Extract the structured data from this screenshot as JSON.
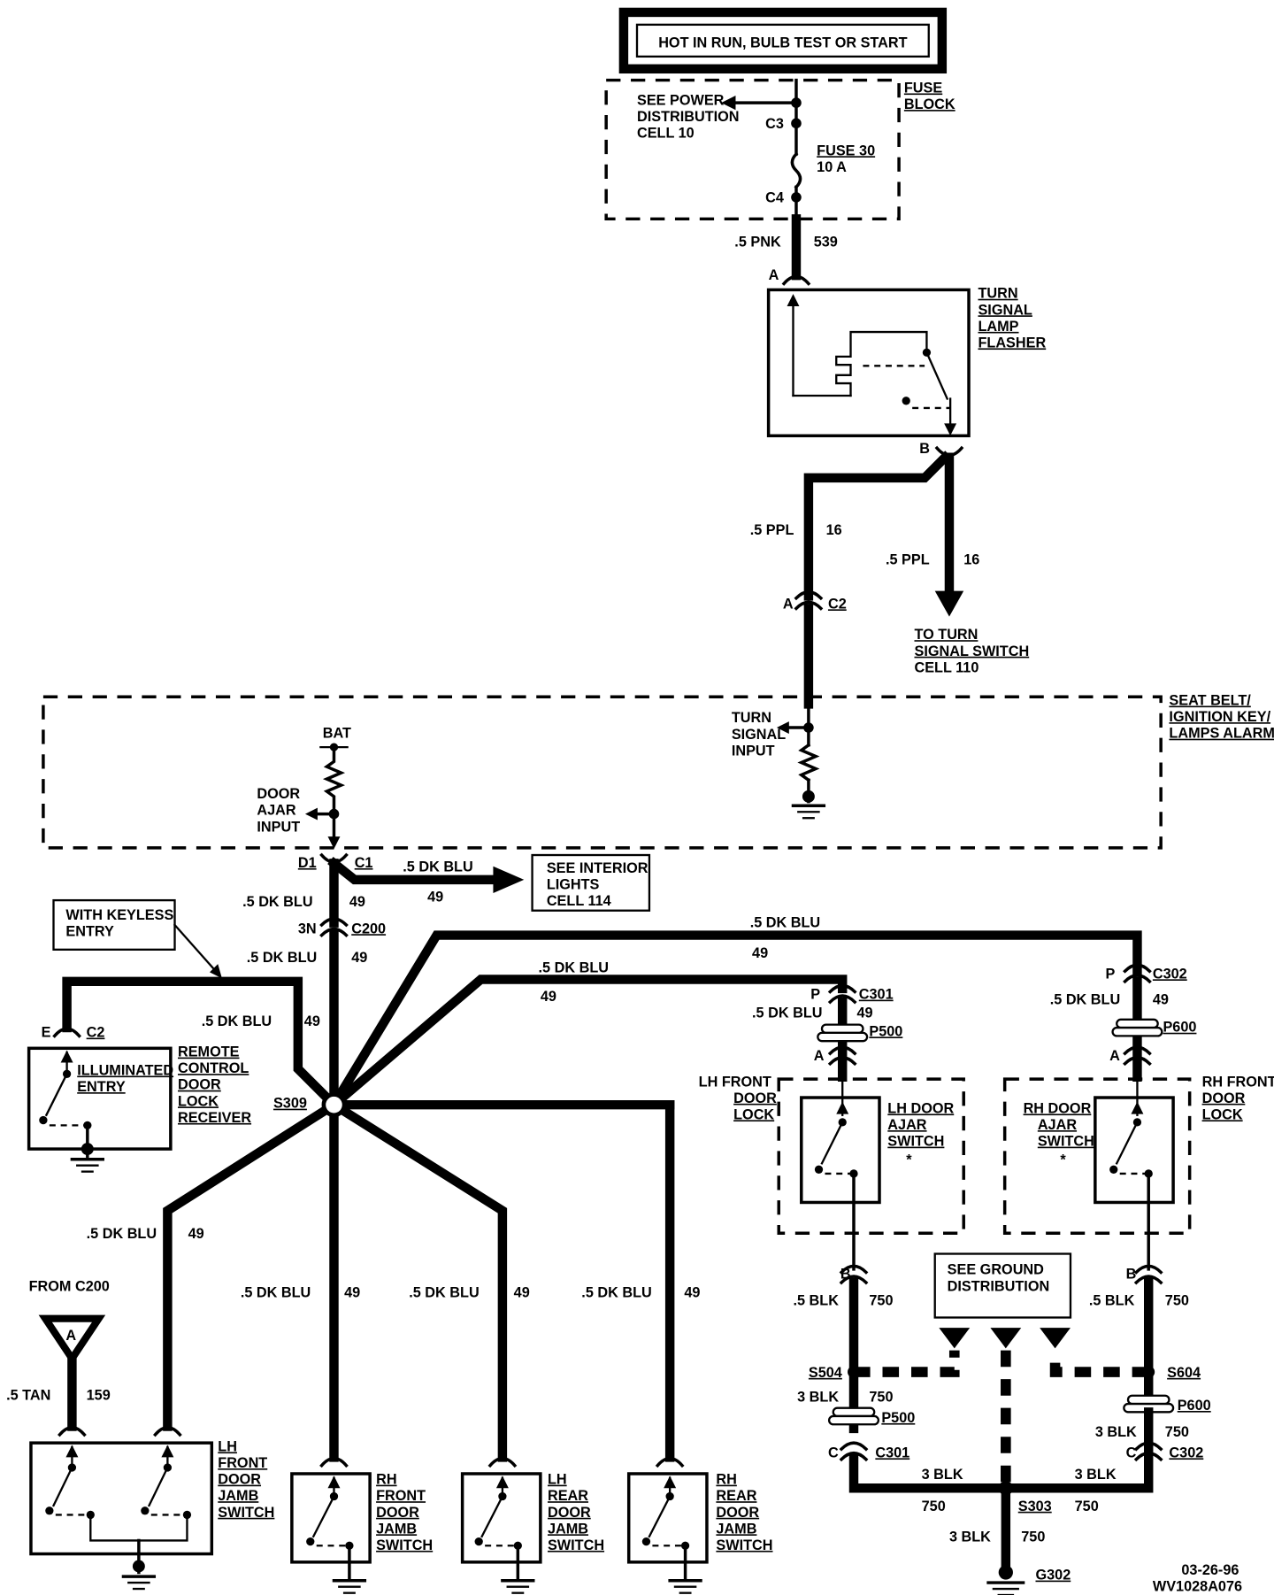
{
  "top_box": "HOT IN RUN, BULB TEST OR START",
  "fuse_block": {
    "title_1": "FUSE",
    "title_2": "BLOCK",
    "see_1": "SEE POWER",
    "see_2": "DISTRIBUTION",
    "see_3": "CELL 10",
    "c3": "C3",
    "c4": "C4",
    "fuse_name": "FUSE 30",
    "fuse_rating": "10 A"
  },
  "wire_pnk": {
    "gauge": ".5 PNK",
    "circuit": "539",
    "pin": "A"
  },
  "flasher": {
    "l1": "TURN",
    "l2": "SIGNAL",
    "l3": "LAMP",
    "l4": "FLASHER",
    "pin_b": "B"
  },
  "ppl_left": {
    "gauge": ".5 PPL",
    "circuit": "16"
  },
  "ppl_right": {
    "gauge": ".5 PPL",
    "circuit": "16"
  },
  "c2_top": {
    "pin": "A",
    "name": "C2"
  },
  "to_turn": {
    "l1": "TO TURN",
    "l2": "SIGNAL SWITCH",
    "l3": "CELL 110"
  },
  "alarm_module": {
    "l1": "SEAT BELT/",
    "l2": "IGNITION KEY/",
    "l3": "LAMPS ALARM",
    "bat": "BAT",
    "door_1": "DOOR",
    "door_2": "AJAR",
    "door_3": "INPUT",
    "turn_1": "TURN",
    "turn_2": "SIGNAL",
    "turn_3": "INPUT",
    "d1": "D1",
    "c1": "C1"
  },
  "interior": {
    "gauge": ".5 DK BLU",
    "circuit": "49",
    "l1": "SEE INTERIOR",
    "l2": "LIGHTS",
    "l3": "CELL 114"
  },
  "main_wire": {
    "gauge1": ".5 DK BLU",
    "circuit1": "49",
    "pin_3n": "3N",
    "c200": "C200",
    "gauge2": ".5 DK BLU",
    "circuit2": "49"
  },
  "keyless": {
    "l1": "WITH KEYLESS",
    "l2": "ENTRY"
  },
  "receiver": {
    "pin_e": "E",
    "conn": "C2",
    "gauge": ".5 DK BLU",
    "circuit": "49",
    "illum_1": "ILLUMINATED",
    "illum_2": "ENTRY",
    "r1": "REMOTE",
    "r2": "CONTROL",
    "r3": "DOOR",
    "r4": "LOCK",
    "r5": "RECEIVER"
  },
  "splice_s309": "S309",
  "lh_front_wire": {
    "top_gauge": ".5 DK BLU",
    "top_circuit": "49",
    "pin_p": "P",
    "conn": "C301",
    "gauge": ".5 DK BLU",
    "circuit": "49",
    "p500": "P500",
    "pin_a": "A"
  },
  "rh_front_wire": {
    "top_gauge": ".5 DK BLU",
    "top_circuit": "49",
    "pin_p": "P",
    "conn": "C302",
    "gauge": ".5 DK BLU",
    "circuit": "49",
    "p600": "P600",
    "pin_a": "A"
  },
  "lh_lock": {
    "l1": "LH FRONT",
    "l2": "DOOR",
    "l3": "LOCK",
    "s1": "LH DOOR",
    "s2": "AJAR",
    "s3": "SWITCH",
    "star": "*"
  },
  "rh_lock": {
    "l1": "RH FRONT",
    "l2": "DOOR",
    "l3": "LOCK",
    "s1": "RH DOOR",
    "s2": "AJAR",
    "s3": "SWITCH",
    "star": "*"
  },
  "ground_left": {
    "pin_b": "B",
    "gauge": ".5 BLK",
    "circuit": "750",
    "s504": "S504",
    "g2": "3 BLK",
    "c2": "750",
    "p500": "P500",
    "pin_c": "C",
    "c301": "C301"
  },
  "ground_right": {
    "pin_b": "B",
    "gauge": ".5 BLK",
    "circuit": "750",
    "s604": "S604",
    "p600": "P600",
    "g2": "3 BLK",
    "c2": "750",
    "pin_c": "C",
    "c302": "C302"
  },
  "ground_dist": {
    "l1": "SEE GROUND",
    "l2": "DISTRIBUTION"
  },
  "ground_bottom": {
    "left_g": "3 BLK",
    "left_c": "750",
    "right_g": "3 BLK",
    "right_c": "750",
    "s303": "S303",
    "down_g": "3 BLK",
    "down_c": "750",
    "g302": "G302"
  },
  "lower_wires": {
    "w1_g": ".5 DK BLU",
    "w1_c": "49",
    "w2_g": ".5 DK BLU",
    "w2_c": "49",
    "w3_g": ".5 DK BLU",
    "w3_c": "49",
    "w4_g": ".5 DK BLU",
    "w4_c": "49"
  },
  "from_c200": {
    "label": "FROM C200",
    "letter": "A",
    "gauge": ".5 TAN",
    "circuit": "159"
  },
  "lh_front_jamb": {
    "l1": "LH",
    "l2": "FRONT",
    "l3": "DOOR",
    "l4": "JAMB",
    "l5": "SWITCH"
  },
  "rh_front_jamb": {
    "l1": "RH",
    "l2": "FRONT",
    "l3": "DOOR",
    "l4": "JAMB",
    "l5": "SWITCH"
  },
  "lh_rear_jamb": {
    "l1": "LH",
    "l2": "REAR",
    "l3": "DOOR",
    "l4": "JAMB",
    "l5": "SWITCH"
  },
  "rh_rear_jamb": {
    "l1": "RH",
    "l2": "REAR",
    "l3": "DOOR",
    "l4": "JAMB",
    "l5": "SWITCH"
  },
  "footer": {
    "date": "03-26-96",
    "code": "WV1028A076"
  }
}
